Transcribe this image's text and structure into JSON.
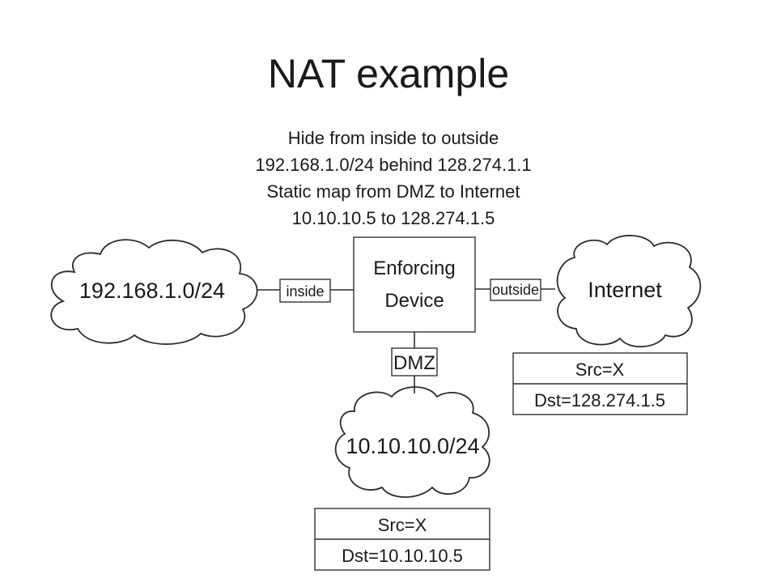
{
  "title": "NAT example",
  "note_lines": [
    "Hide from inside to outside",
    "192.168.1.0/24 behind 128.274.1.1",
    "Static map from DMZ to Internet",
    "10.10.10.5 to 128.274.1.5"
  ],
  "device": {
    "line1": "Enforcing",
    "line2": "Device"
  },
  "networks": {
    "inside": "192.168.1.0/24",
    "internet": "Internet",
    "dmz": "10.10.10.0/24"
  },
  "interfaces": {
    "inside": "inside",
    "outside": "outside",
    "dmz": "DMZ"
  },
  "packets": {
    "internet": {
      "src": "Src=X",
      "dst": "Dst=128.274.1.5"
    },
    "dmz": {
      "src": "Src=X",
      "dst": "Dst=10.10.10.5"
    }
  }
}
